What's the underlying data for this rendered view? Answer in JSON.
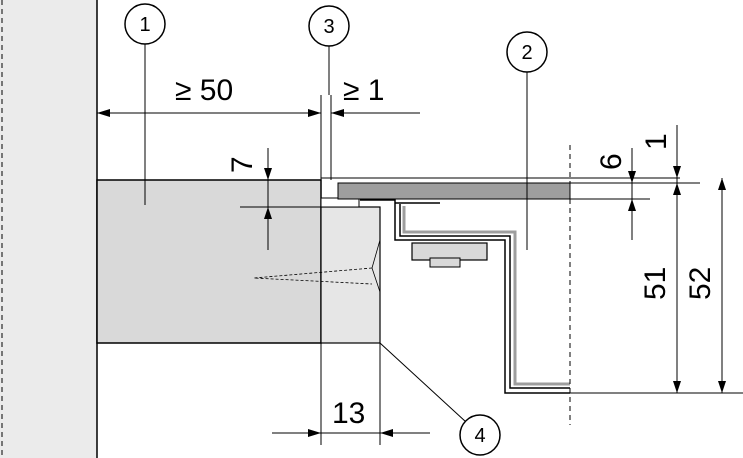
{
  "callouts": {
    "c1": "1",
    "c2": "2",
    "c3": "3",
    "c4": "4"
  },
  "dimensions": {
    "min_50": "≥ 50",
    "min_1": "≥ 1",
    "d7": "7",
    "d6": "6",
    "d1": "1",
    "d51": "51",
    "d52": "52",
    "d13": "13"
  },
  "colors": {
    "line": "#000000",
    "component_fill": "#d9d9d9",
    "wall_fill": "#ebebeb",
    "spacer_fill": "#e6e6e6",
    "worktop_fill": "#9e9e9e"
  }
}
